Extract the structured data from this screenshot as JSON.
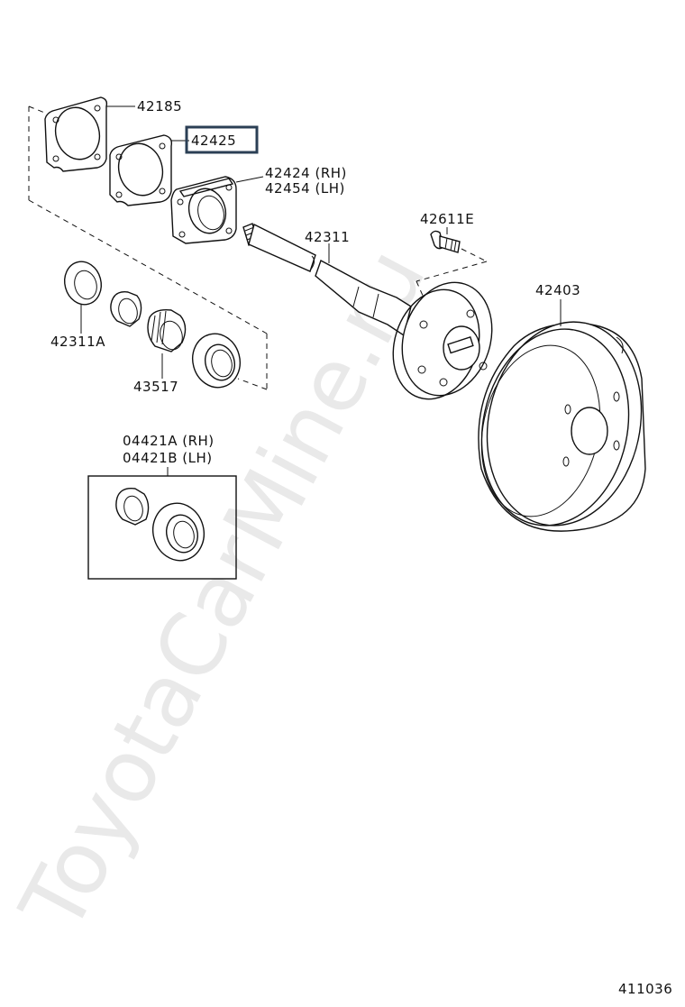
{
  "watermark": "ToyotaCarMine.ru",
  "diagram_code": "411036",
  "labels": {
    "p42185": "42185",
    "p42425": "42425",
    "p42424": "42424 (RH)",
    "p42454": "42454 (LH)",
    "p42611e": "42611E",
    "p42311": "42311",
    "p42403": "42403",
    "p42311a": "42311A",
    "p43517": "43517",
    "p04421a": "04421A (RH)",
    "p04421b": "04421B (LH)"
  },
  "highlight_color": "#2b3f55"
}
